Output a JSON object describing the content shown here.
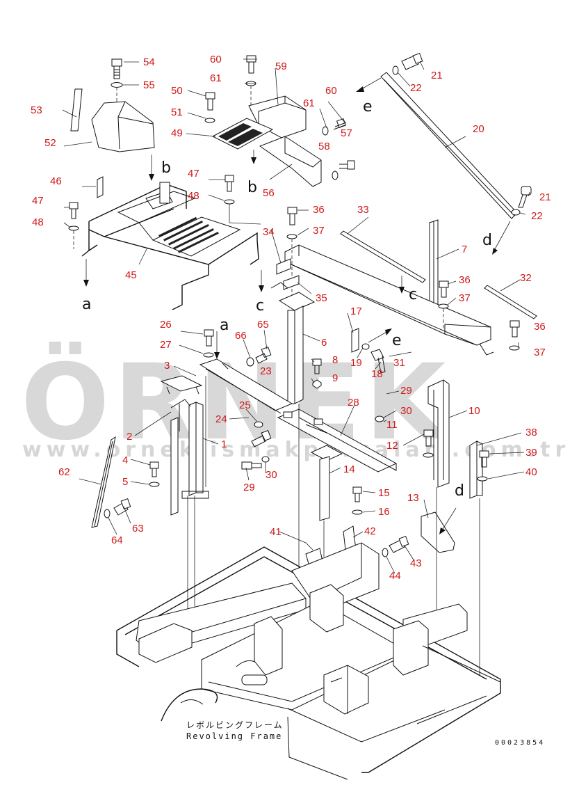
{
  "watermark": {
    "brand": "ÖRNEK",
    "url": "www.orneklismakparcalari.com.tr",
    "accent_color": "#f1c75a",
    "text_color": "#d8d8d8"
  },
  "callouts": [
    {
      "n": "54"
    },
    {
      "n": "55"
    },
    {
      "n": "53"
    },
    {
      "n": "52"
    },
    {
      "n": "60"
    },
    {
      "n": "61"
    },
    {
      "n": "59"
    },
    {
      "n": "50"
    },
    {
      "n": "51"
    },
    {
      "n": "49"
    },
    {
      "n": "60"
    },
    {
      "n": "61"
    },
    {
      "n": "57"
    },
    {
      "n": "58"
    },
    {
      "n": "56"
    },
    {
      "n": "21"
    },
    {
      "n": "22"
    },
    {
      "n": "20"
    },
    {
      "n": "21"
    },
    {
      "n": "22"
    },
    {
      "n": "46"
    },
    {
      "n": "47"
    },
    {
      "n": "48"
    },
    {
      "n": "47"
    },
    {
      "n": "48"
    },
    {
      "n": "45"
    },
    {
      "n": "36"
    },
    {
      "n": "37"
    },
    {
      "n": "33"
    },
    {
      "n": "34"
    },
    {
      "n": "7"
    },
    {
      "n": "35"
    },
    {
      "n": "36"
    },
    {
      "n": "37"
    },
    {
      "n": "32"
    },
    {
      "n": "17"
    },
    {
      "n": "6"
    },
    {
      "n": "26"
    },
    {
      "n": "27"
    },
    {
      "n": "66"
    },
    {
      "n": "65"
    },
    {
      "n": "23"
    },
    {
      "n": "3"
    },
    {
      "n": "8"
    },
    {
      "n": "9"
    },
    {
      "n": "18"
    },
    {
      "n": "19"
    },
    {
      "n": "31"
    },
    {
      "n": "36"
    },
    {
      "n": "37"
    },
    {
      "n": "25"
    },
    {
      "n": "28"
    },
    {
      "n": "29"
    },
    {
      "n": "30"
    },
    {
      "n": "10"
    },
    {
      "n": "11"
    },
    {
      "n": "24"
    },
    {
      "n": "2"
    },
    {
      "n": "1"
    },
    {
      "n": "12"
    },
    {
      "n": "38"
    },
    {
      "n": "39"
    },
    {
      "n": "40"
    },
    {
      "n": "4"
    },
    {
      "n": "62"
    },
    {
      "n": "5"
    },
    {
      "n": "29"
    },
    {
      "n": "30"
    },
    {
      "n": "14"
    },
    {
      "n": "15"
    },
    {
      "n": "16"
    },
    {
      "n": "13"
    },
    {
      "n": "63"
    },
    {
      "n": "64"
    },
    {
      "n": "41"
    },
    {
      "n": "42"
    },
    {
      "n": "43"
    },
    {
      "n": "44"
    }
  ],
  "reference_letters": [
    "b",
    "b",
    "e",
    "e",
    "d",
    "d",
    "a",
    "a",
    "c",
    "c"
  ],
  "caption": {
    "japanese": "レボルビングフレーム",
    "english": "Revolving Frame"
  },
  "drawing_code": "00023854"
}
